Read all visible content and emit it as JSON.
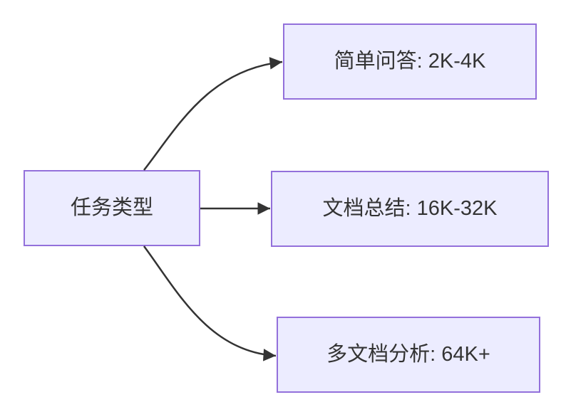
{
  "diagram": {
    "type": "flowchart",
    "direction": "left-to-right",
    "root": {
      "id": "task-type",
      "label": "任务类型"
    },
    "children": [
      {
        "id": "simple-qa",
        "label": "简单问答: 2K-4K"
      },
      {
        "id": "doc-summary",
        "label": "文档总结: 16K-32K"
      },
      {
        "id": "multi-doc",
        "label": "多文档分析: 64K+"
      }
    ],
    "edges": [
      {
        "from": "task-type",
        "to": "simple-qa"
      },
      {
        "from": "task-type",
        "to": "doc-summary"
      },
      {
        "from": "task-type",
        "to": "multi-doc"
      }
    ],
    "colors": {
      "background": "#FFFFFF",
      "node_fill": "#ECECFF",
      "node_border": "#9370DB",
      "text": "#333333",
      "arrow": "#333333"
    }
  }
}
